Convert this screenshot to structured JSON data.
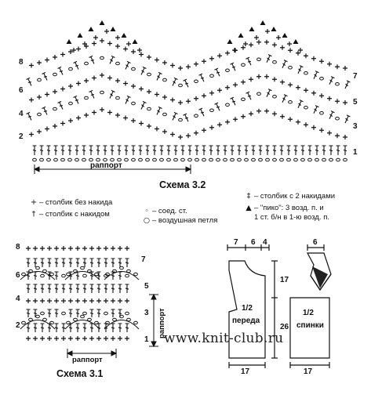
{
  "chart32": {
    "title": "Схема 3.2",
    "repeat_label": "раппорт",
    "row_numbers_left": [
      "8",
      "6",
      "4",
      "2"
    ],
    "row_numbers_right": [
      "7",
      "5",
      "3",
      "1"
    ]
  },
  "chart31": {
    "title": "Схема 3.1",
    "repeat_label_bottom": "раппорт",
    "repeat_label_side": "раппорт",
    "row_numbers_left": [
      "8",
      "6",
      "4",
      "2"
    ],
    "row_numbers_right": [
      "7",
      "5",
      "3",
      "1"
    ]
  },
  "legend": {
    "sc": "– столбик без накида",
    "dc": "– столбик с накидом",
    "slst": "– соед. ст.",
    "ch": "– воздушная петля",
    "tr": "– столбик с 2 накидами",
    "picot_line1": "– \"пико\": 3 возд. п. и",
    "picot_line2": "1 ст. б/н в 1-ю возд. п."
  },
  "front": {
    "label_num": "1/2",
    "label_name": "переда",
    "top_dims": [
      "7",
      "6",
      "4"
    ],
    "height_top": "17",
    "height_bottom": "26",
    "bottom_width": "17"
  },
  "back": {
    "label_num": "1/2",
    "label_name": "спинки",
    "top_dim": "6",
    "bottom_width": "17"
  },
  "watermark": "www.knit-club.ru"
}
